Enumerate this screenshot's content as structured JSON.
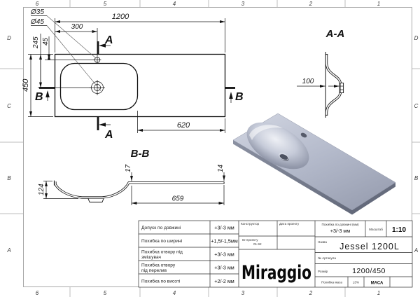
{
  "border": {
    "columns": [
      "6",
      "5",
      "4",
      "3",
      "2",
      "1"
    ],
    "rows": [
      "D",
      "C",
      "B",
      "A"
    ]
  },
  "plan": {
    "dim_width": "1200",
    "dim_depth": "450",
    "dim_faucet_x": "300",
    "dim_drain_y": "245",
    "dim_faucet_y": "45",
    "dim_right": "620",
    "faucet_hole": "Ø35",
    "drain_hole": "Ø45",
    "section_a": "A",
    "section_b": "B"
  },
  "section_aa": {
    "title": "A-A",
    "dim_depth": "100"
  },
  "section_bb": {
    "title": "B-B",
    "dim_height": "124",
    "dim_lip": "17",
    "dim_edge": "14",
    "dim_flat": "659"
  },
  "title_block": {
    "rows": [
      {
        "label": "Допуск по довжині",
        "label2": "",
        "value": "+3/-3 мм"
      },
      {
        "label": "Похибка по ширині",
        "label2": "",
        "value": "+1,5/-1,5мм"
      },
      {
        "label": "Похибка отвору під",
        "label2": "змішувач",
        "value": "+3/-3 мм"
      },
      {
        "label": "Похибка отвору",
        "label2": "під перелив",
        "value": "+3/-3 мм"
      },
      {
        "label": "Похибка по висоті",
        "label2": "",
        "value": "+2/-2 мм"
      }
    ],
    "constructor_label": "Конструктор",
    "date_label": "Дата проекту",
    "project_id_label": "ID проекту",
    "project_id_value": "01.92",
    "brand": "Miraggio",
    "length_tol_label": "Похибка по довжині (мм)",
    "length_tol_value": "+3/-3 мм",
    "scale_label": "Масштаб",
    "scale_value": "1:10",
    "name_label": "Назва",
    "name_value": "Jessel 1200L",
    "article_label": "№ Артикула",
    "size_label": "Розмір",
    "size_value": "1200/450",
    "mass_tol_label": "Похибка маса",
    "mass_tol_value": "±3%",
    "mass_label": "МАСА"
  },
  "colors": {
    "render_body": "#b3b9ca",
    "render_shadow": "#767c8e",
    "line": "#111111"
  }
}
